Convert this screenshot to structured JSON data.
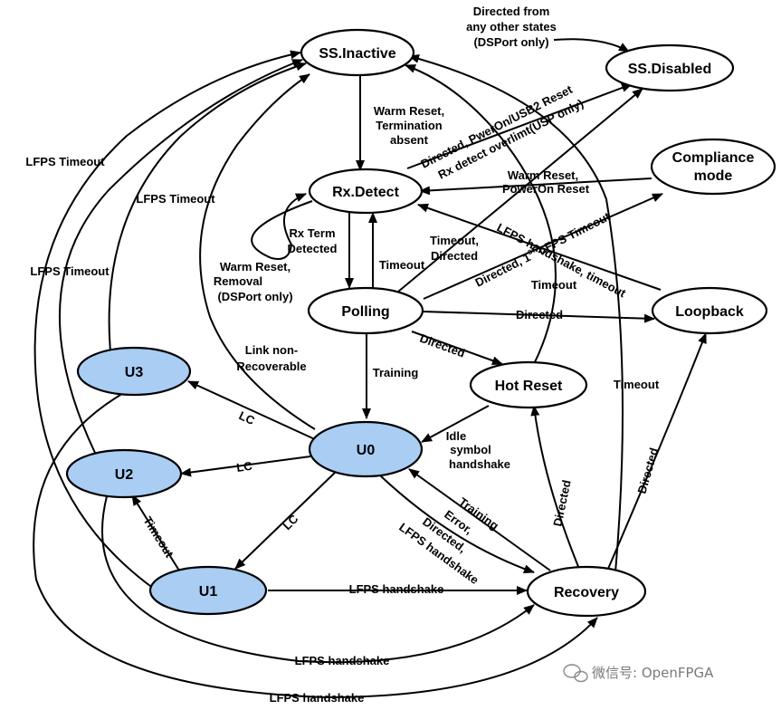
{
  "states": {
    "ss_inactive": "SS.Inactive",
    "ss_disabled": "SS.Disabled",
    "rx_detect": "Rx.Detect",
    "compliance_line1": "Compliance",
    "compliance_line2": "mode",
    "polling": "Polling",
    "loopback": "Loopback",
    "hot_reset": "Hot Reset",
    "u0": "U0",
    "u1": "U1",
    "u2": "U2",
    "u3": "U3",
    "recovery": "Recovery"
  },
  "labels": {
    "directed_any_1": "Directed from",
    "directed_any_2": "any other states",
    "directed_any_3": "(DSPort only)",
    "warm_reset_term_1": "Warm Reset,",
    "warm_reset_term_2": "Termination",
    "warm_reset_term_3": "absent",
    "directed_pweron": "Directed, PwerOn/USB2 Reset",
    "rx_overlimit": "Rx detect overlimt(USP only)",
    "warm_power_1": "Warm Reset,",
    "warm_power_2": "PowerOn Reset",
    "lfps_timeout_1": "LFPS Timeout",
    "lfps_timeout_2": "LFPS Timeout",
    "lfps_timeout_3": "LFPS Timeout",
    "rx_term_1": "Rx Term",
    "rx_term_2": "Detected",
    "warm_removal_1": "Warm Reset,",
    "warm_removal_2": "Removal",
    "warm_removal_3": "(DSPort only)",
    "timeout_directed_1": "Timeout,",
    "timeout_directed_2": "Directed",
    "timeout_polling": "Timeout",
    "lfps_handshake_timeout": "LFPS handshake, timeout",
    "directed_first": "Directed, 1",
    "directed_first_sup": "st",
    "directed_first_tail": " LFPS Timeout",
    "timeout_hot": "Timeout",
    "directed_loopback": "Directed",
    "directed_hotreset": "Directed",
    "link_nonrec_1": "Link non-",
    "link_nonrec_2": "Recoverable",
    "training": "Training",
    "timeout_recovery": "Timeout",
    "lc_u3": "LC",
    "lc_u2": "LC",
    "lc_u1": "LC",
    "idle_1": "Idle",
    "idle_2": "symbol",
    "idle_3": "handshake",
    "training_error": "Training",
    "error_1": "Error,",
    "error_2": "Directed,",
    "error_3": "LFPS handshake",
    "directed_rec_hot": "Directed",
    "directed_rec_loop": "Directed",
    "timeout_u1": "Timeout",
    "lfps_u1": "LFPS handshake",
    "lfps_u2": "LFPS handshake",
    "lfps_u3": "LFPS handshake"
  },
  "watermark": "微信号: OpenFPGA",
  "colors": {
    "low_power_state": "#a9cdf3",
    "state": "#ffffff",
    "stroke": "#000000"
  }
}
